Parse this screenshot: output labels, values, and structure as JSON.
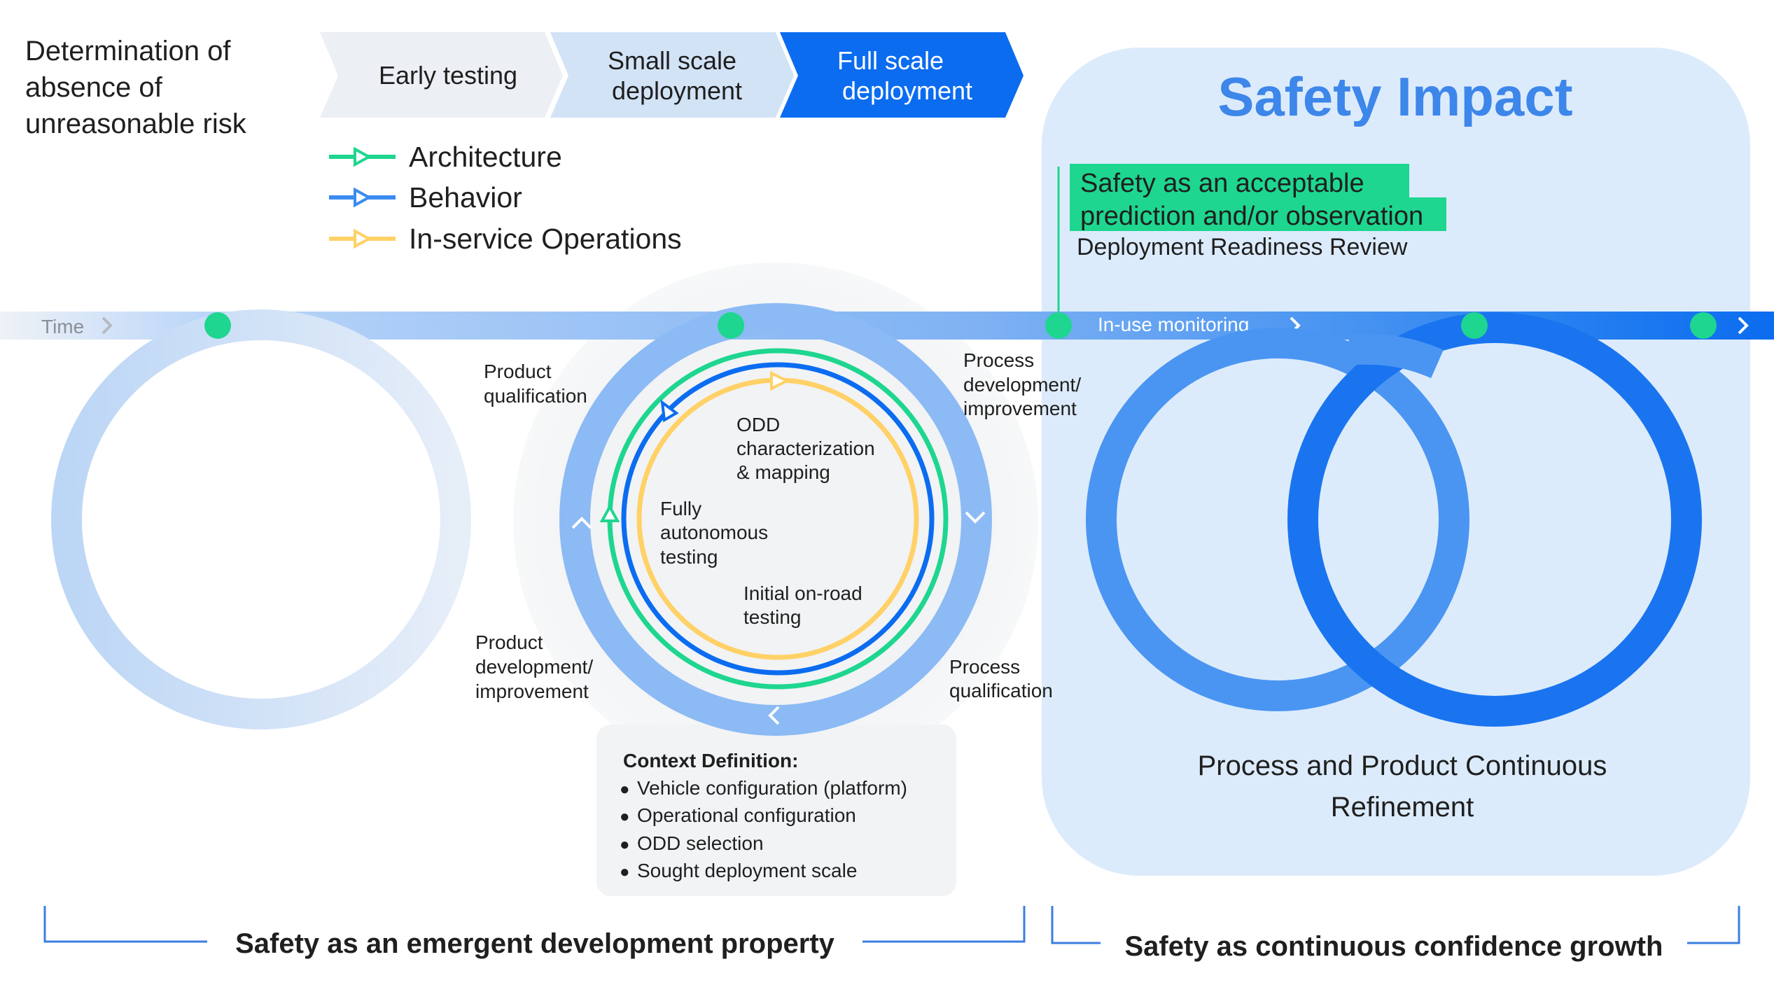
{
  "title_lines": [
    "Determination of",
    "absence of",
    "unreasonable risk"
  ],
  "phases": [
    {
      "lines": [
        "Early testing"
      ]
    },
    {
      "lines": [
        "Small scale",
        "deployment"
      ]
    },
    {
      "lines": [
        "Full scale",
        "deployment"
      ]
    }
  ],
  "legend": [
    {
      "label": "Architecture",
      "color": "#1ed68f"
    },
    {
      "label": "Behavior",
      "color": "#3b8bf0"
    },
    {
      "label": "In-service Operations",
      "color": "#ffd166"
    }
  ],
  "timeline": {
    "time_label": "Time",
    "monitoring_label": "In-use monitoring"
  },
  "safety_impact": {
    "heading": "Safety Impact",
    "highlight_lines": [
      "Safety as an acceptable",
      "prediction and/or observation"
    ],
    "review": "Deployment Readiness Review",
    "bottom_lines": [
      "Process and Product Continuous",
      "Refinement"
    ]
  },
  "cycle_labels": {
    "product_qualification": [
      "Product",
      "qualification"
    ],
    "process_development": [
      "Process",
      "development/",
      "improvement"
    ],
    "product_development": [
      "Product",
      "development/",
      "improvement"
    ],
    "process_qualification": [
      "Process",
      "qualification"
    ]
  },
  "inner_labels": {
    "odd": [
      "ODD",
      "characterization",
      "& mapping"
    ],
    "autonomous": [
      "Fully",
      "autonomous",
      "testing"
    ],
    "onroad": [
      "Initial on-road",
      "testing"
    ]
  },
  "context": {
    "title": "Context Definition:",
    "items": [
      "Vehicle configuration (platform)",
      "Operational configuration",
      "ODD selection",
      "Sought deployment scale"
    ]
  },
  "brackets": {
    "left": "Safety as an emergent development property",
    "right": "Safety as continuous confidence growth"
  },
  "colors": {
    "green": "#1ed68f",
    "blue_dark": "#0b6cf0",
    "blue_mid": "#3b8bf0",
    "blue_light": "#a3c9f7",
    "panel": "#dcebfb",
    "yellow": "#ffd166"
  }
}
